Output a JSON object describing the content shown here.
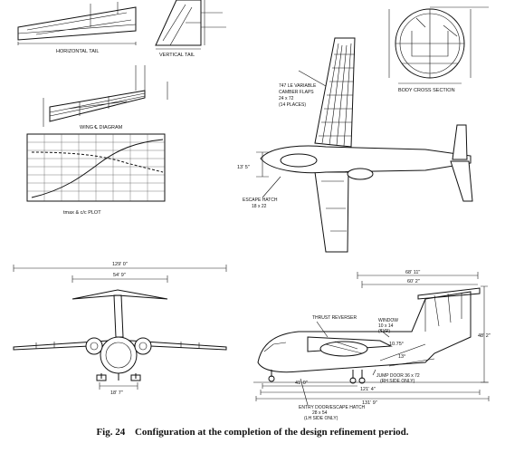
{
  "caption": {
    "figure_number": "Fig. 24",
    "text": "Configuration at the completion of the design refinement period."
  },
  "views": {
    "horizontal_tail": "HORIZONTAL TAIL",
    "vertical_tail": "VERTICAL TAIL",
    "body_cross_section": "BODY CROSS SECTION",
    "wing_diagram": "WING ℄ DIAGRAM",
    "plot_title": "tmax & c/c PLOT"
  },
  "labels": {
    "flaps": [
      "747 LE VARIABLE",
      "CAMBER FLAPS",
      "24 x 72",
      "(14 PLACES)"
    ],
    "escape_hatch": [
      "ESCAPE HATCH",
      "18 x 22"
    ],
    "thrust_reverser": "THRUST REVERSER",
    "window": [
      "WINDOW",
      "10 x 14",
      "(TYP)"
    ],
    "jump_door": [
      "JUMP DOOR 36 x 72",
      "(RH SIDE ONLY)"
    ],
    "entry_door": [
      "ENTRY DOOR/ESCAPE HATCH",
      "28 x 54",
      "(LH SIDE ONLY)"
    ]
  },
  "dimensions": {
    "height_13_5": "13' 5\"",
    "span_129_0": "129' 0\"",
    "tail_span_54_9": "54' 9\"",
    "gear_track_18_7": "18' 7\"",
    "d_68_11": "68' 11\"",
    "d_60_2": "60' 2\"",
    "height_48_2": "48' 2\"",
    "d_41_0": "41' 0\"",
    "d_121_4": "121' 4\"",
    "length_131_9": "131' 9\"",
    "angle_10_75": "10.75°",
    "angle_13": "13°"
  }
}
